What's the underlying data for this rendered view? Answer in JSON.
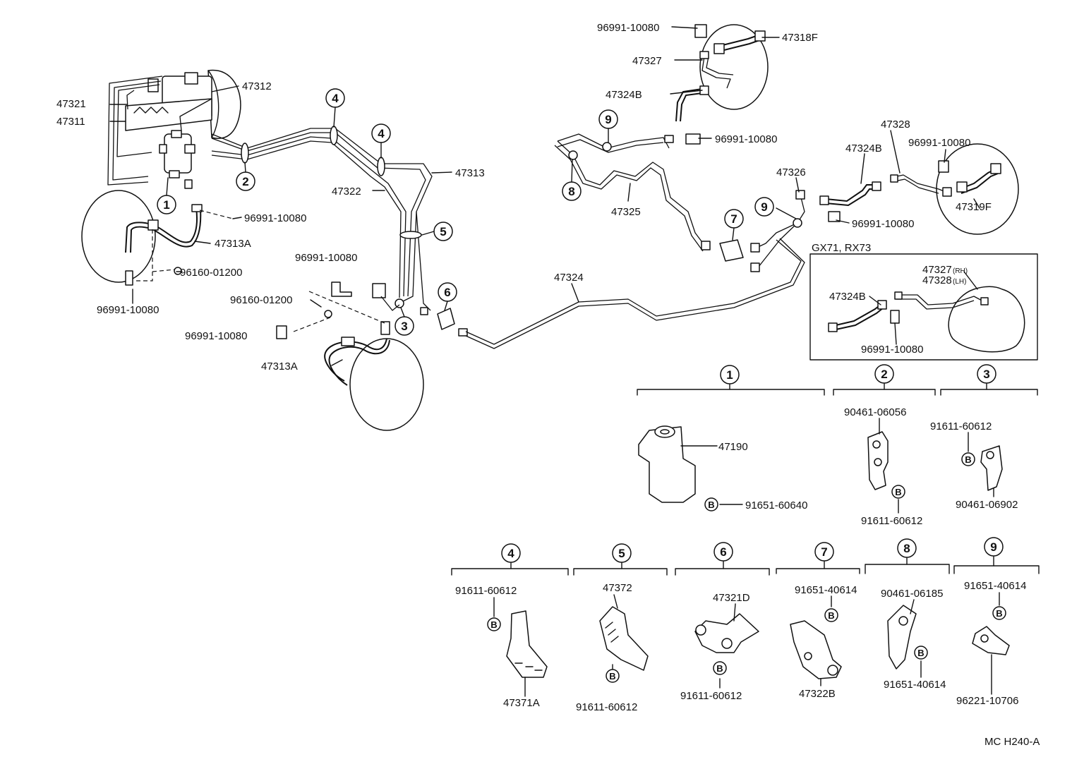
{
  "diagram_code": "MC H240-A",
  "variant_label": "GX71, RX73",
  "bolt_marker": "B",
  "callouts": [
    "1",
    "2",
    "3",
    "4",
    "5",
    "6",
    "7",
    "8",
    "9"
  ],
  "parts": {
    "p47321": "47321",
    "p47311": "47311",
    "p47312": "47312",
    "p96991_a": "96991-10080",
    "p47313A_a": "47313A",
    "p96160_a": "96160-01200",
    "p96991_b": "96991-10080",
    "p47313": "47313",
    "p47322": "47322",
    "p96991_c": "96991-10080",
    "p96160_b": "96160-01200",
    "p96991_d": "96991-10080",
    "p47313A_b": "47313A",
    "p47324": "47324",
    "p96991_top": "96991-10080",
    "p47318F": "47318F",
    "p47327": "47327",
    "p47324B_top": "47324B",
    "p96991_mid": "96991-10080",
    "p47325": "47325",
    "p47328": "47328",
    "p47324B_r": "47324B",
    "p96991_r1": "96991-10080",
    "p47326": "47326",
    "p47319F": "47319F",
    "p96991_r2": "96991-10080",
    "p47327_rh": "47327",
    "p47328_lh": "47328",
    "rh": "(RH)",
    "lh": "(LH)",
    "p47324B_box": "47324B",
    "p96991_box": "96991-10080"
  },
  "detail_groups": [
    {
      "num": "1",
      "labels": [
        "47190",
        "91651-60640"
      ]
    },
    {
      "num": "2",
      "labels": [
        "90461-06056",
        "91611-60612"
      ]
    },
    {
      "num": "3",
      "labels": [
        "91611-60612",
        "90461-06902"
      ]
    },
    {
      "num": "4",
      "labels": [
        "91611-60612",
        "47371A"
      ]
    },
    {
      "num": "5",
      "labels": [
        "47372",
        "91611-60612"
      ]
    },
    {
      "num": "6",
      "labels": [
        "47321D",
        "91611-60612"
      ]
    },
    {
      "num": "7",
      "labels": [
        "91651-40614",
        "47322B"
      ]
    },
    {
      "num": "8",
      "labels": [
        "90461-06185",
        "91651-40614"
      ]
    },
    {
      "num": "9",
      "labels": [
        "91651-40614",
        "96221-10706"
      ]
    }
  ]
}
